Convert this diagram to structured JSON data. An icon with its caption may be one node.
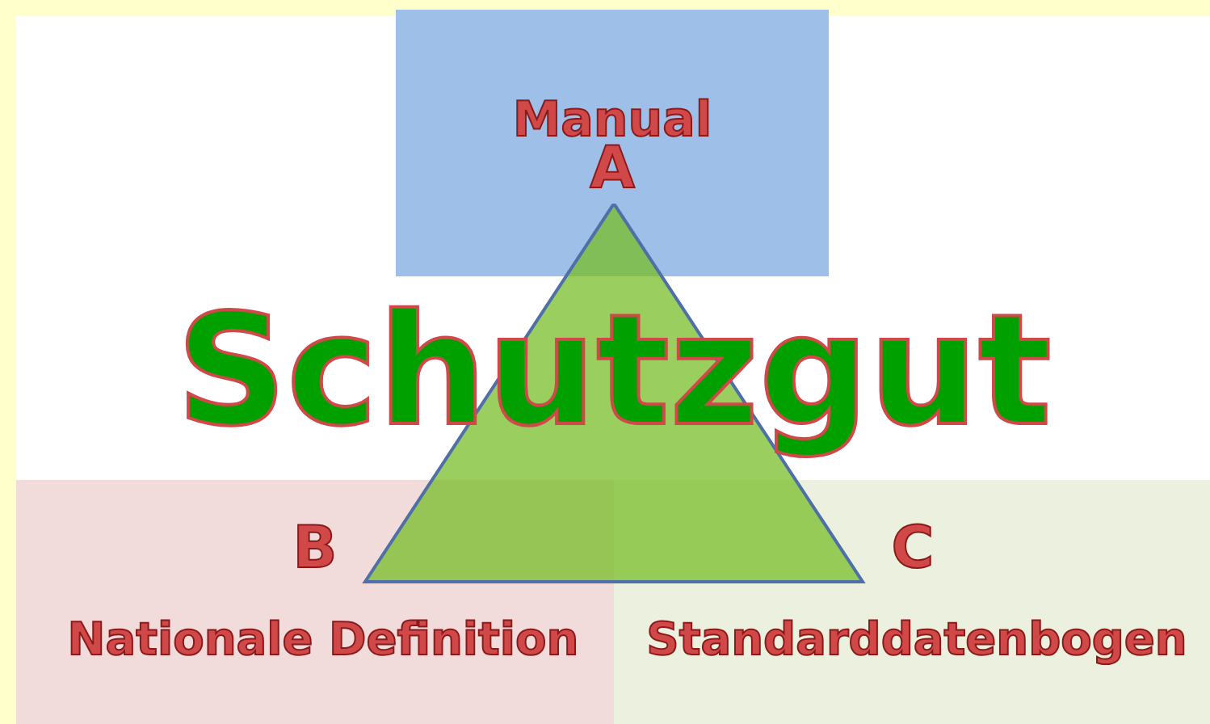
{
  "diagram": {
    "nodes": [
      {
        "text": [
          "Manual",
          "A"
        ]
      },
      {
        "text": [
          "B",
          "Nationale Definition"
        ]
      },
      {
        "text": [
          "C",
          "Standarddatenbogen"
        ]
      },
      {
        "text": [
          "Schutzgut"
        ]
      }
    ],
    "edges": []
  }
}
